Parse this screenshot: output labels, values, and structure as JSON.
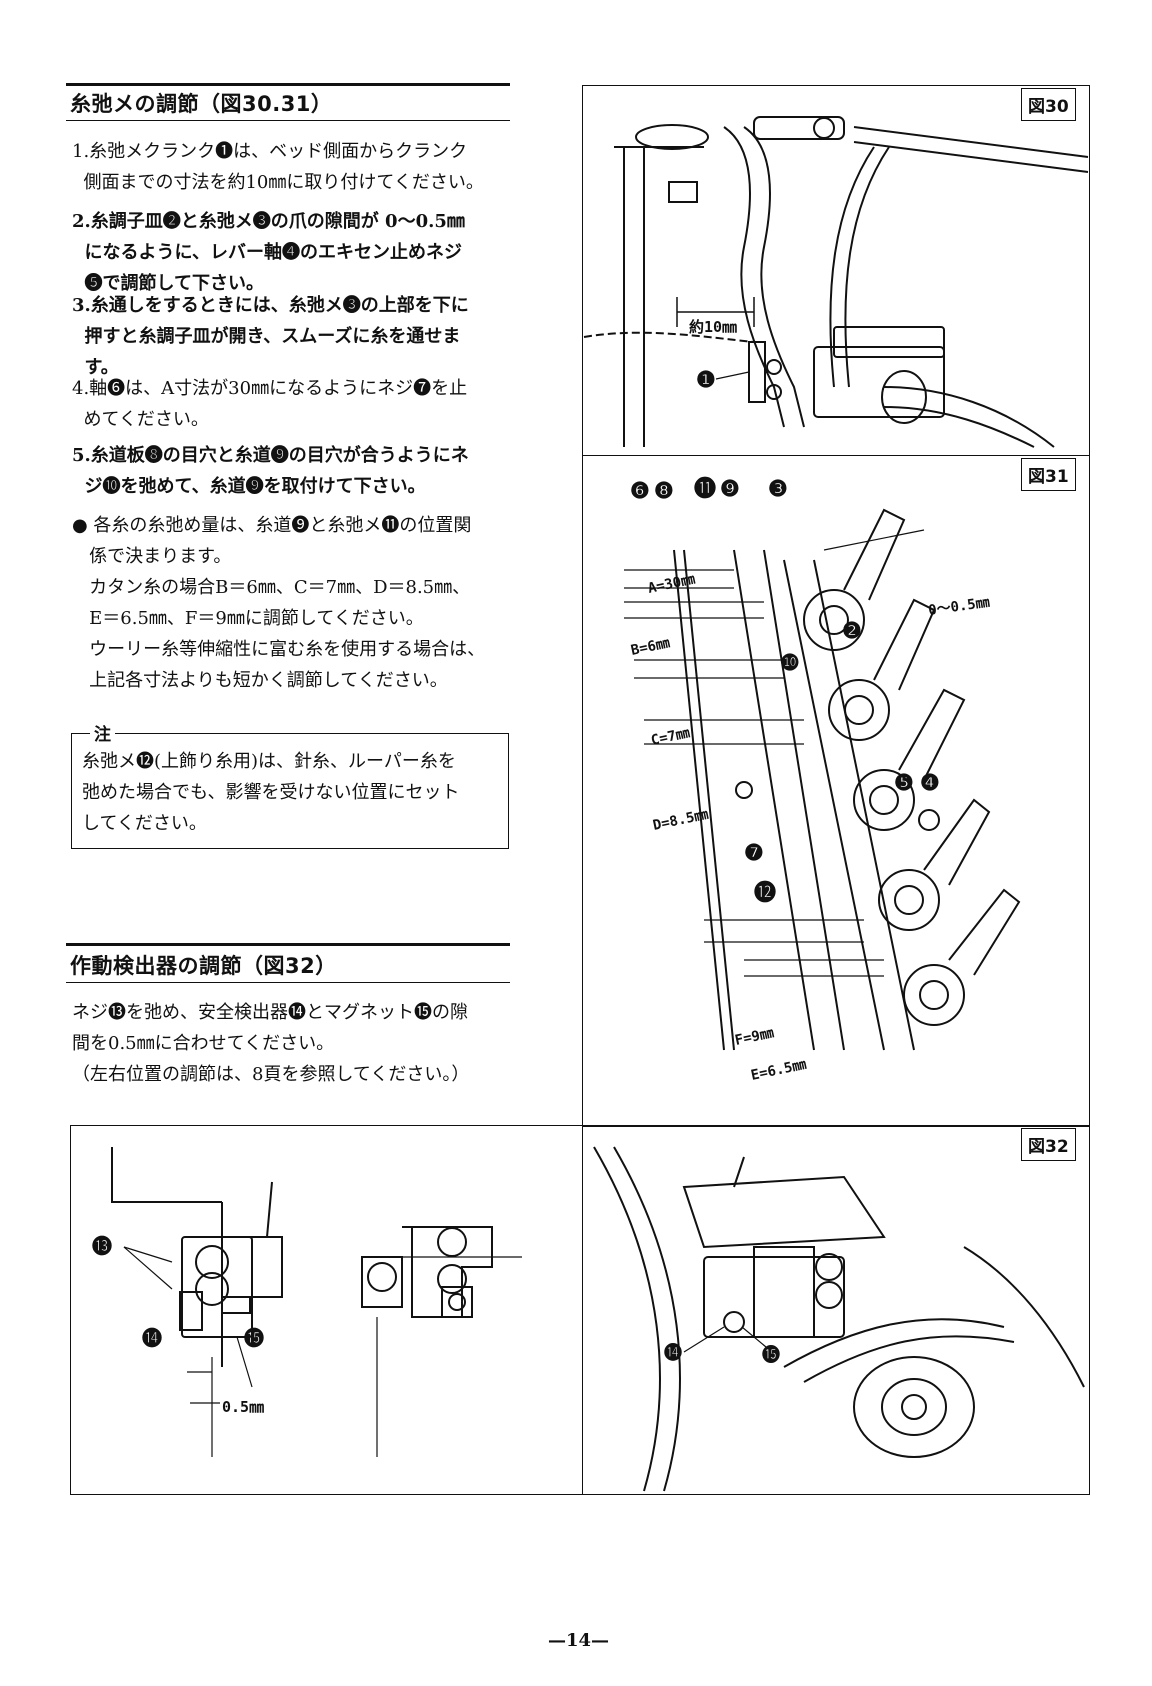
{
  "section1": {
    "title": "糸弛メの調節（図30.31）",
    "steps": [
      "1.糸弛メクランク❶は、ベッド側面からクランク\n  側面までの寸法を約10㎜に取り付けてください。",
      "2.糸調子皿❷と糸弛メ❸の爪の隙間が 0～0.5㎜\n  になるように、レバー軸❹のエキセン止めネジ\n  ❺で調節して下さい。",
      "3.糸通しをするときには、糸弛メ❸の上部を下に\n  押すと糸調子皿が開き、スムーズに糸を通せま\n  す。",
      "4.軸❻は、A寸法が30㎜になるようにネジ❼を止\n  めてください。",
      "5.糸道板❽の目穴と糸道❾の目穴が合うようにネ\n  ジ❿を弛めて、糸道❾を取付けて下さい。"
    ],
    "bullet": "● 各糸の糸弛め量は、糸道❾と糸弛メ⓫の位置関\n   係で決まります。\n   カタン糸の場合B＝6㎜、C＝7㎜、D＝8.5㎜、\n   E＝6.5㎜、F＝9㎜に調節してください。\n   ウーリー糸等伸縮性に富む糸を使用する場合は、\n   上記各寸法よりも短かく調節してください。",
    "note_label": "注",
    "note_text": "糸弛メ⓬(上飾り糸用)は、針糸、ルーパー糸を\n弛めた場合でも、影響を受けない位置にセット\nしてください。"
  },
  "section2": {
    "title": "作動検出器の調節（図32）",
    "text": "ネジ⓭を弛め、安全検出器⓮とマグネット⓯の隙\n間を0.5㎜に合わせてください。\n（左右位置の調節は、8頁を参照してください。）"
  },
  "figures": {
    "fig30": {
      "label": "図30",
      "dim": "約10㎜",
      "callouts": [
        "❶"
      ]
    },
    "fig31": {
      "label": "図31",
      "callouts": [
        "❻",
        "❽",
        "⓫",
        "❾",
        "❸",
        "❷",
        "❿",
        "❺",
        "❹",
        "❼",
        "⓬"
      ],
      "dims": [
        "A=30㎜",
        "B=6㎜",
        "C=7㎜",
        "D=8.5㎜",
        "0～0.5㎜",
        "F=9㎜",
        "E=6.5㎜"
      ]
    },
    "fig32": {
      "label": "図32",
      "callouts": [
        "⓭",
        "⓮",
        "⓯"
      ],
      "dim": "0.5㎜"
    }
  },
  "page_number": "—14—"
}
